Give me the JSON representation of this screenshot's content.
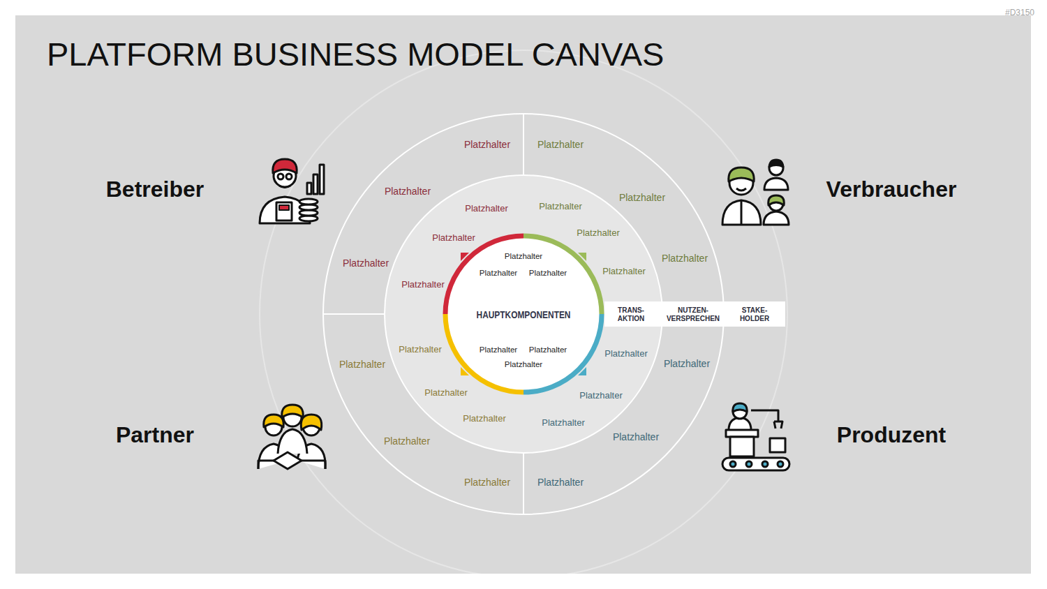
{
  "diagram": {
    "title": "PLATFORM BUSINESS MODEL CANVAS",
    "nodes": [
      {
        "text": [
          "Platzhalter",
          "Platzhalter",
          "Platzhalter",
          "Platzhalter",
          "Platzhalter",
          "Platzhalter",
          "Platzhalter",
          "Platzhalter",
          "Platzhalter",
          "Platzhalter",
          "Platzhalter",
          "Platzhalter"
        ]
      },
      {
        "text": [
          "Platzhalter",
          "Platzhalter",
          "Platzhalter",
          "Platzhalter",
          "Platzhalter",
          "Platzhalter",
          "Platzhalter",
          "Platzhalter",
          "Platzhalter",
          "Platzhalter",
          "Platzhalter",
          "Platzhalter"
        ],
        "in": 0
      },
      {
        "text": [
          "HAUPTKOMPONENTEN",
          "Platzhalter",
          "Platzhalter",
          "Platzhalter",
          "Platzhalter",
          "Platzhalter",
          "Platzhalter"
        ],
        "in": 1
      },
      {
        "text": [
          "TRANS- AKTION",
          "NUTZEN- VERSPRECHEN",
          "STAKE- HOLDER"
        ]
      }
    ],
    "labels": [
      "#D3150",
      "Betreiber",
      "Verbraucher",
      "Partner",
      "Produzent"
    ]
  }
}
